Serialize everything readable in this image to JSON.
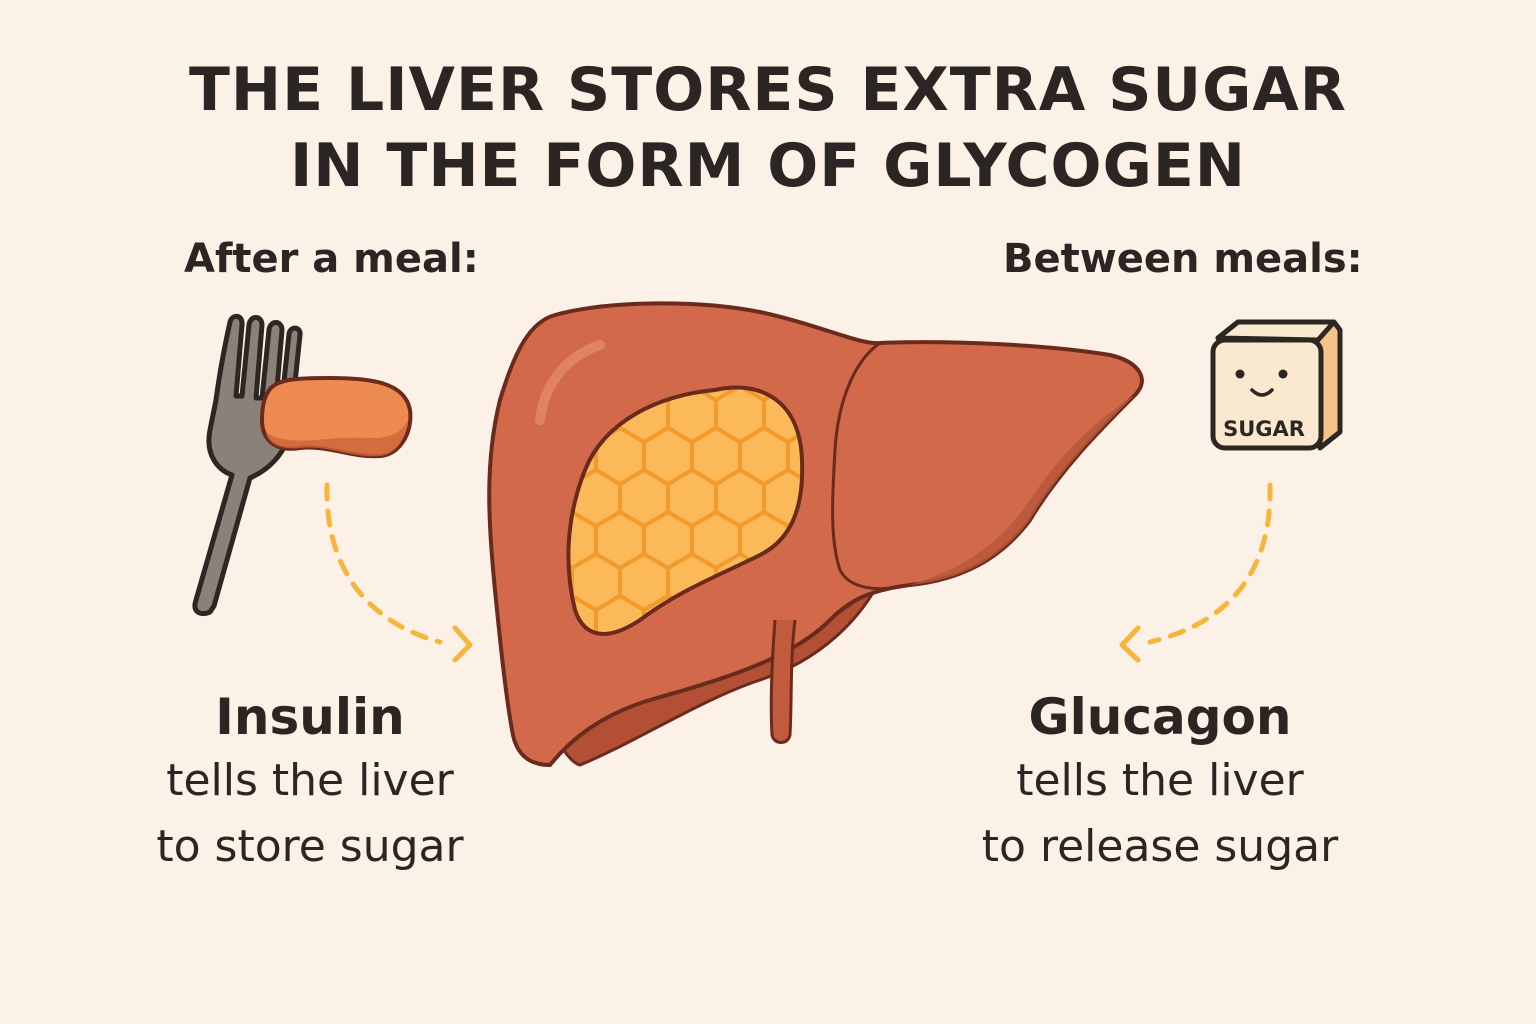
{
  "title": {
    "line1": "THE LIVER STORES EXTRA SUGAR",
    "line2": "IN THE FORM OF GLYCOGEN"
  },
  "left": {
    "label": "After a meal:",
    "icon": "fork-with-food-icon",
    "hormone": "Insulin",
    "desc_line1": "tells the liver",
    "desc_line2": "to store sugar",
    "arrow_direction": "toward-liver"
  },
  "right": {
    "label": "Between meals:",
    "icon": "sugar-cube-icon",
    "cube_text": "SUGAR",
    "hormone": "Glucagon",
    "desc_line1": "tells the liver",
    "desc_line2": "to release sugar",
    "arrow_direction": "toward-liver"
  },
  "center": {
    "icon": "liver-with-glycogen-icon",
    "glycogen_pattern": "honeycomb"
  },
  "colors": {
    "background": "#fbf1e6",
    "liver": "#d2694a",
    "liver_dark": "#b24f34",
    "outline": "#6a2a1c",
    "glycogen": "#fcb95a",
    "glycogen_lines": "#f29a2a",
    "arrow": "#f7b53b",
    "fork": "#8a8279",
    "food": "#ec8a50",
    "sugar_cube": "#fbe9cf",
    "sugar_side": "#f6c48a"
  }
}
